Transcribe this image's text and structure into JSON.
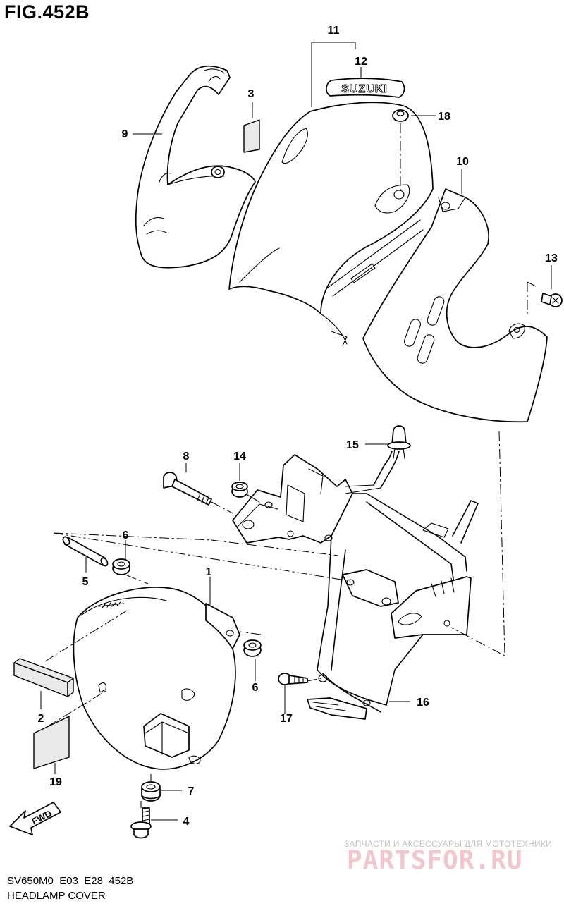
{
  "figure": {
    "title": "FIG.452B",
    "code": "SV650M0_E03_E28_452B",
    "name": "HEADLAMP COVER"
  },
  "emblem_text": "SUZUKI",
  "fwd_label": "FWD",
  "watermark": {
    "line1": "ЗАПЧАСТИ И АКСЕССУАРЫ ДЛЯ МОТОТЕХНИКИ",
    "line2": "PARTSFOR.RU"
  },
  "callouts": {
    "c1": "1",
    "c2": "2",
    "c3": "3",
    "c4": "4",
    "c5": "5",
    "c6a": "6",
    "c6b": "6",
    "c7": "7",
    "c8": "8",
    "c9": "9",
    "c10": "10",
    "c11": "11",
    "c12": "12",
    "c13": "13",
    "c14": "14",
    "c15": "15",
    "c16": "16",
    "c17": "17",
    "c18": "18",
    "c19": "19"
  },
  "colors": {
    "line": "#000000",
    "background": "#ffffff",
    "watermark": "#f2c6cc"
  }
}
